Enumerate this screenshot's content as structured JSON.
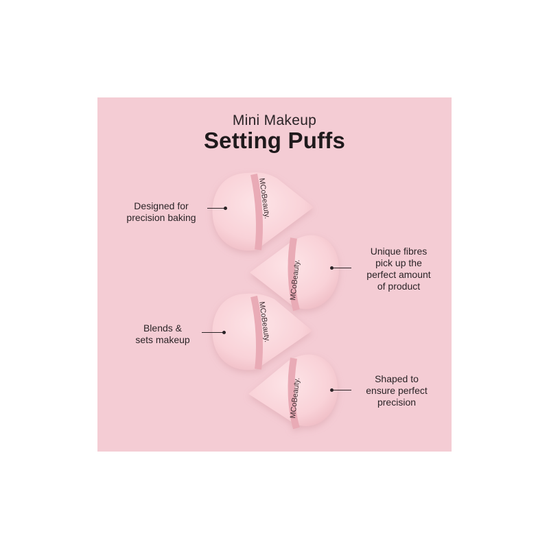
{
  "header": {
    "subtitle": "Mini Makeup",
    "title": "Setting Puffs"
  },
  "brand": {
    "label": "MCoBeauty."
  },
  "callouts": [
    {
      "text": "Designed for\nprecision baking"
    },
    {
      "text": "Unique fibres\npick up the\nperfect amount\nof product"
    },
    {
      "text": "Blends &\nsets makeup"
    },
    {
      "text": "Shaped to\nensure perfect\nprecision"
    }
  ],
  "colors": {
    "background": "#f4ccd4",
    "puff": "#f9d3d8",
    "ribbon": "#e8a9b3",
    "text": "#2a2326"
  }
}
